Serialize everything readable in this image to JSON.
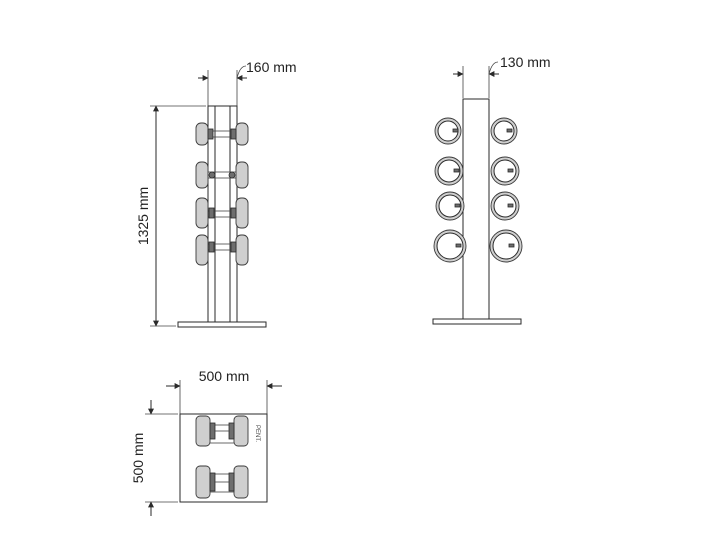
{
  "dimensions": {
    "side_width": "160 mm",
    "front_width": "130 mm",
    "height": "1325 mm",
    "top_width": "500 mm",
    "top_depth": "500 mm"
  },
  "brand_mark": "PENT.",
  "colors": {
    "line": "#2a2a2a",
    "fill_grey": "#cfcfcf",
    "background": "#ffffff"
  }
}
